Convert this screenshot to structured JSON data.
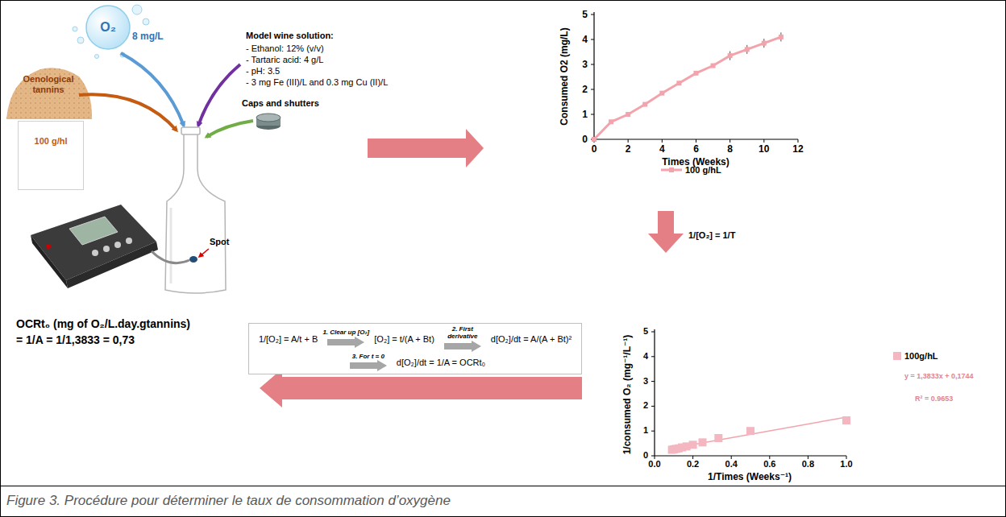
{
  "diagram": {
    "caption": "Figure 3. Procédure pour déterminer le taux de consommation d’oxygène",
    "nodes": [
      {
        "text": [
          "O₂"
        ]
      },
      {
        "text": [
          "100 g/hl"
        ]
      },
      {
        "text": [
          "1/[O₂] = A/t + B",
          "1. Clear up [O₂]",
          "[O₂] = t/(A + Bt)",
          "2. First derivative",
          "d[O₂]/dt = A/(A + Bt)²",
          "3. For t = 0",
          "d[O₂]/dt = 1/A = OCRt₀"
        ]
      }
    ],
    "labels": [
      "8 mg/L",
      "Oenological tannins",
      "Model wine solution:",
      "- Ethanol: 12% (v/v)",
      "- Tartaric acid: 4 g/L",
      "- pH: 3.5",
      "- 3 mg Fe (III)/L and 0.3 mg Cu (II)/L",
      "Caps and shutters",
      "Spot",
      "Consumed O2 (mg/L)",
      "0",
      "1",
      "2",
      "3",
      "4",
      "5",
      "0",
      "2",
      "4",
      "6",
      "8",
      "10",
      "12",
      "Times (Weeks)",
      "1/[O₂] = 1/T",
      "1/consumed O₂ (mg⁻¹/L⁻¹)",
      "0",
      "1",
      "2",
      "3",
      "4",
      "5",
      "0.0",
      "0.2",
      "0.4",
      "0.6",
      "0.8",
      "1.0",
      "1/Times (Weeks⁻¹)",
      "y = 1,3833x + 0,1744",
      "R² = 0.9653",
      "OCRt₀ (mg of O₂/L.day.gtannins)",
      "= 1/A = 1/1,3833 = 0,73"
    ],
    "legend": [
      {
        "text": "100 g/hL"
      },
      {
        "text": "100g/hL"
      }
    ]
  }
}
